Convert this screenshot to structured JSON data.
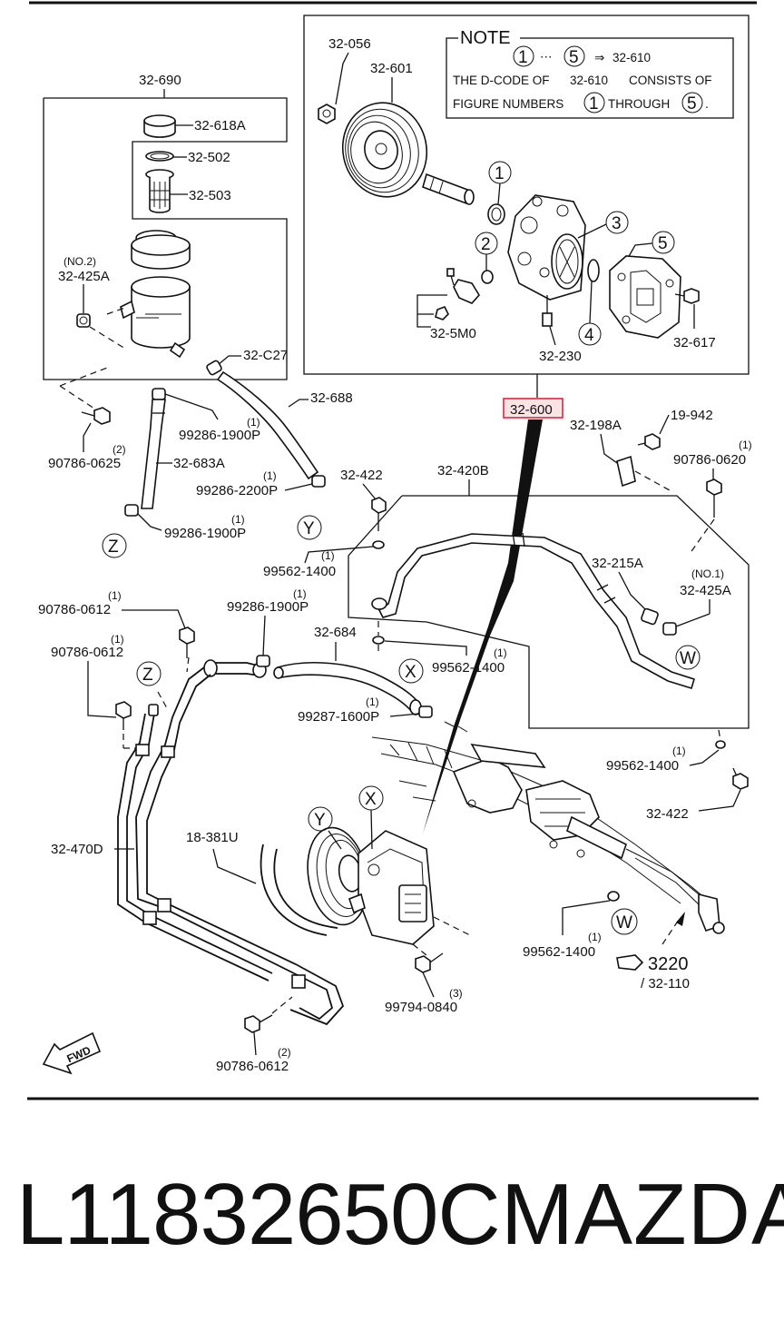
{
  "note": {
    "title": "NOTE",
    "line1_arrow_part": "32-610",
    "line2_a": "THE D-CODE OF",
    "line2_b": "32-610",
    "line2_c": "CONSISTS OF",
    "line3_a": "FIGURE NUMBERS",
    "line3_b": "THROUGH",
    "line3_c": ".",
    "ellipsis": "⋯",
    "arrow": "⇒"
  },
  "callouts": {
    "c1": "1",
    "c2": "2",
    "c3": "3",
    "c4": "4",
    "c5": "5",
    "x": "X",
    "y": "Y",
    "z": "Z",
    "w": "W"
  },
  "parts": {
    "p32_690": "32-690",
    "p32_618A": "32-618A",
    "p32_502": "32-502",
    "p32_503": "32-503",
    "no2": "(NO.2)",
    "p32_425A_a": "32-425A",
    "p32_056": "32-056",
    "p32_601": "32-601",
    "p32_5M0": "32-5M0",
    "p32_230": "32-230",
    "p32_617": "32-617",
    "p32_C27": "32-C27",
    "p32_688": "32-688",
    "p32_600": "32-600",
    "p32_198A": "32-198A",
    "p19_942": "19-942",
    "q1_a": "(1)",
    "p90786_0620": "90786-0620",
    "p99286_1900P_a": "99286-1900P",
    "q1_b": "(1)",
    "q2_a": "(2)",
    "p90786_0625": "90786-0625",
    "p32_683A": "32-683A",
    "q1_c": "(1)",
    "p99286_2200P": "99286-2200P",
    "p32_422_a": "32-422",
    "p32_420B": "32-420B",
    "q1_d": "(1)",
    "p99286_1900P_b": "99286-1900P",
    "q1_e": "(1)",
    "p99562_1400_a": "99562-1400",
    "p32_215A": "32-215A",
    "no1": "(NO.1)",
    "p32_425A_b": "32-425A",
    "q1_f": "(1)",
    "p90786_0612_a": "90786-0612",
    "q1_g": "(1)",
    "p99286_1900P_c": "99286-1900P",
    "q1_h": "(1)",
    "p90786_0612_b": "90786-0612",
    "p32_684": "32-684",
    "q1_i": "(1)",
    "p99562_1400_b": "99562-1400",
    "q1_j": "(1)",
    "p99287_1600P": "99287-1600P",
    "q1_k": "(1)",
    "p99562_1400_c": "99562-1400",
    "p32_422_b": "32-422",
    "p32_470D": "32-470D",
    "p18_381U": "18-381U",
    "q1_l": "(1)",
    "p99562_1400_d": "99562-1400",
    "p3220": "3220",
    "p32_110": "/ 32-110",
    "q3": "(3)",
    "p99794_0840": "99794-0840",
    "q2_b": "(2)",
    "p90786_0612_c": "90786-0612",
    "fwd": "FWD"
  },
  "highlight_color": "#e0263b",
  "footer": {
    "part_number": "L11832650C",
    "brand": "MAZDA"
  }
}
